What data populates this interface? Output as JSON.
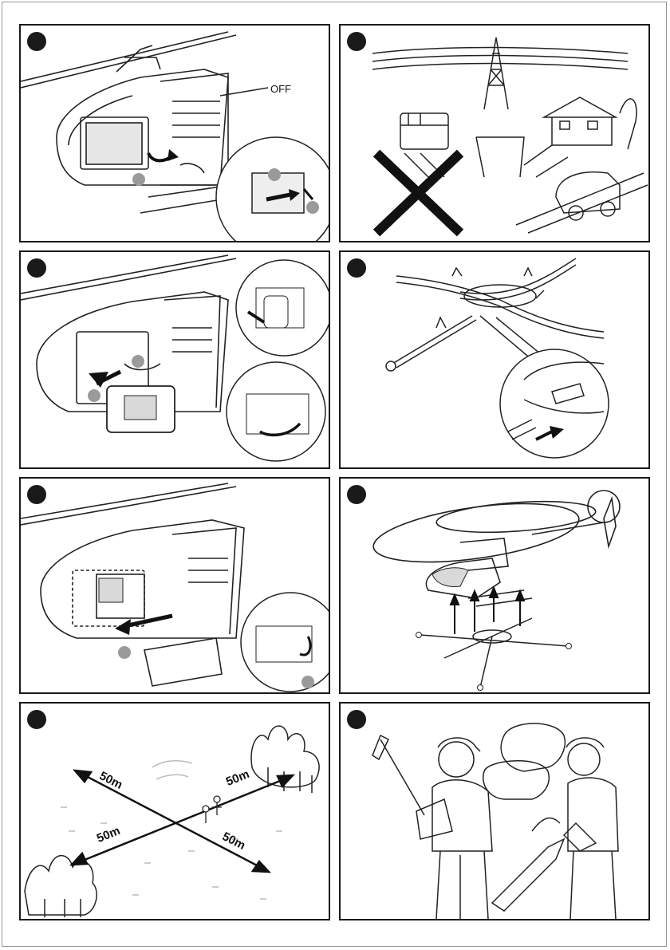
{
  "panels": [
    {
      "id": "p1",
      "callouts": {
        "switch_state": "OFF"
      }
    },
    {
      "id": "p2"
    },
    {
      "id": "p3"
    },
    {
      "id": "p4"
    },
    {
      "id": "p5"
    },
    {
      "id": "p6"
    },
    {
      "id": "p7",
      "distances": [
        "50m",
        "50m",
        "50m",
        "50m"
      ]
    },
    {
      "id": "p8"
    }
  ]
}
